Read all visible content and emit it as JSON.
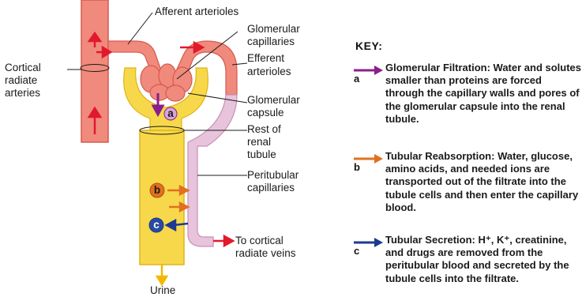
{
  "labels": {
    "afferent": "Afferent arterioles",
    "glomerular_capillaries_1": "Glomerular",
    "glomerular_capillaries_2": "capillaries",
    "efferent_1": "Efferent",
    "efferent_2": "arterioles",
    "cortical_radiate_1": "Cortical",
    "cortical_radiate_2": "radiate",
    "cortical_radiate_3": "arteries",
    "glomerular_capsule_1": "Glomerular",
    "glomerular_capsule_2": "capsule",
    "rest_tubule_1": "Rest of",
    "rest_tubule_2": "renal",
    "rest_tubule_3": "tubule",
    "peritubular_1": "Peritubular",
    "peritubular_2": "capillaries",
    "to_veins_1": "To cortical",
    "to_veins_2": "radiate veins",
    "urine": "Urine",
    "marker_a": "a",
    "marker_b": "b",
    "marker_c": "c"
  },
  "key": {
    "title": "KEY:",
    "entries": [
      {
        "letter": "a",
        "heading": "Glomerular Filtration:",
        "text": "Water and solutes smaller than proteins are forced through the capillary walls and pores of the glomerular capsule into the renal tubule.",
        "color": "#8a1f8c"
      },
      {
        "letter": "b",
        "heading": "Tubular Reabsorption:",
        "text": "Water, glucose, amino acids, and needed ions are transported out of the filtrate into the tubule cells and then enter the capillary blood.",
        "color": "#e07020"
      },
      {
        "letter": "c",
        "heading": "Tubular Secretion: H⁺, K⁺,",
        "text": "creatinine, and drugs are removed from the peritubular blood and secreted by the tubule cells into the filtrate.",
        "color": "#1d3a8f"
      }
    ]
  },
  "colors": {
    "artery": "#f08a7c",
    "artery_dark": "#d65a4e",
    "tubule": "#f7d84a",
    "tubule_dark": "#e0b418",
    "peritubular": "#e8c4dc",
    "red_arrow": "#e2182c",
    "urine_arrow": "#f2b800"
  }
}
